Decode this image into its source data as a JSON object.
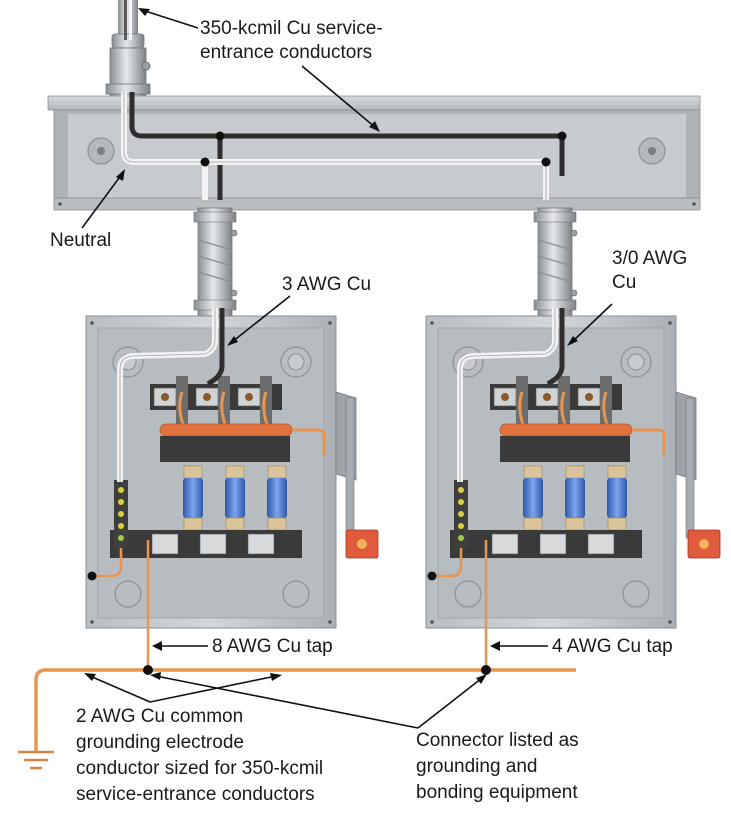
{
  "labels": {
    "service_line1": "350-kcmil Cu service-",
    "service_line2": "entrance conductors",
    "neutral": "Neutral",
    "awg3": "3 AWG Cu",
    "awg30_line1": "3/0 AWG",
    "awg30_line2": "Cu",
    "tap8": "8 AWG Cu tap",
    "tap4": "4 AWG Cu tap",
    "gec_line1": "2 AWG Cu common",
    "gec_line2": "grounding electrode",
    "gec_line3": "conductor sized for 350-kcmil",
    "gec_line4": "service-entrance conductors",
    "connector_line1": "Connector listed as",
    "connector_line2": "grounding and",
    "connector_line3": "bonding equipment"
  },
  "colors": {
    "enclosure": "#c4c8cc",
    "enclosure_dark": "#8f959b",
    "enclosure_inner": "#aeb3b8",
    "conductor_black": "#333333",
    "conductor_white": "#f1f1f1",
    "copper": "#e8964f",
    "fuse_blue": "#4f7fd6",
    "fuse_tan": "#dcc49a",
    "handle_red": "#e05a3c",
    "busbar_orange": "#e3733e"
  }
}
